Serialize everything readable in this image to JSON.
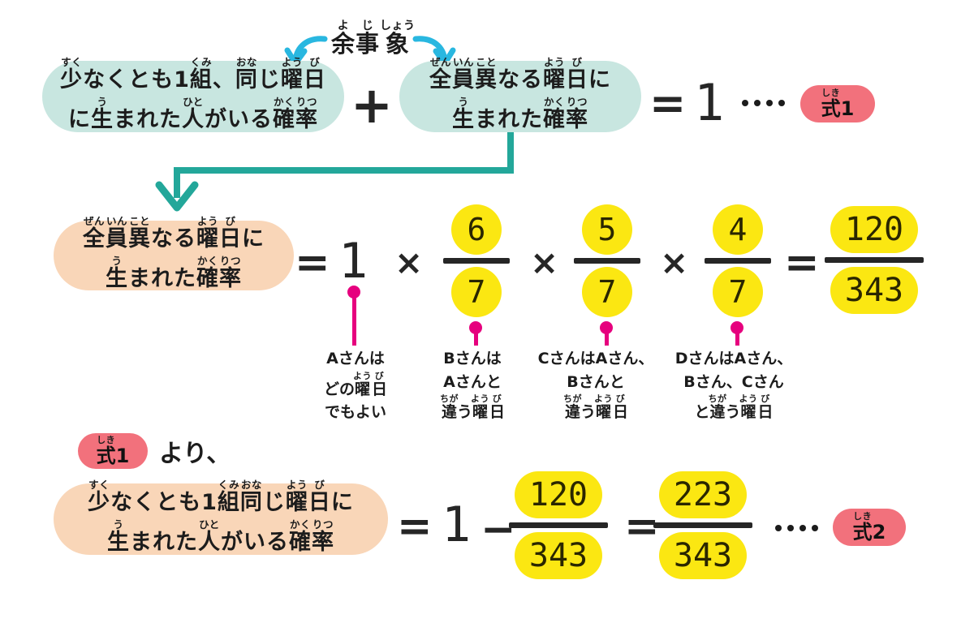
{
  "page": {
    "language": "ja",
    "topic": "余事象 (complementary event) probability worksheet",
    "background": "#ffffff"
  },
  "colors": {
    "mint_box": "#c8e6e0",
    "peach_box": "#f9d6b8",
    "yellow_chip": "#fbe712",
    "pink_badge": "#f2717c",
    "magenta_pin": "#e6007e",
    "teal_arrow": "#23a79a",
    "cyan_arrow": "#29b7e0",
    "ink": "#1c1c1c"
  },
  "title": {
    "text": "余事象",
    "ruby": [
      "よ",
      "じ",
      "しょう"
    ],
    "left_arrow_icon": "curved-arrow-left",
    "right_arrow_icon": "curved-arrow-right"
  },
  "row1": {
    "box_a": {
      "line1_plain": "少なくとも1組、同じ曜日",
      "line2_plain": "に生まれた人がいる確率",
      "line1": [
        {
          "t": "少",
          "r": "すく"
        },
        {
          "t": "なくとも1",
          "r": ""
        },
        {
          "t": "組",
          "r": "くみ"
        },
        {
          "t": "、",
          "r": ""
        },
        {
          "t": "同",
          "r": "おな"
        },
        {
          "t": "じ",
          "r": ""
        },
        {
          "t": "曜",
          "r": "よう"
        },
        {
          "t": "日",
          "r": "び"
        }
      ],
      "line2": [
        {
          "t": "に",
          "r": ""
        },
        {
          "t": "生",
          "r": "う"
        },
        {
          "t": "まれた",
          "r": ""
        },
        {
          "t": "人",
          "r": "ひと"
        },
        {
          "t": "がいる",
          "r": ""
        },
        {
          "t": "確",
          "r": "かく"
        },
        {
          "t": "率",
          "r": "りつ"
        }
      ]
    },
    "plus": "+",
    "box_b": {
      "line1_plain": "全員異なる曜日に",
      "line2_plain": "生まれた確率",
      "line1": [
        {
          "t": "全",
          "r": "ぜん"
        },
        {
          "t": "員",
          "r": "いん"
        },
        {
          "t": "異",
          "r": "こと"
        },
        {
          "t": "なる",
          "r": ""
        },
        {
          "t": "曜",
          "r": "よう"
        },
        {
          "t": "日",
          "r": "び"
        },
        {
          "t": "に",
          "r": ""
        }
      ],
      "line2": [
        {
          "t": "生",
          "r": "う"
        },
        {
          "t": "まれた",
          "r": ""
        },
        {
          "t": "確",
          "r": "かく"
        },
        {
          "t": "率",
          "r": "りつ"
        }
      ]
    },
    "equals": "=",
    "result": "1",
    "dots": "••••",
    "badge": {
      "label": "式1",
      "ruby": "しき",
      "kanji": "式",
      "number": "1"
    }
  },
  "row2": {
    "box_c": {
      "line1_plain": "全員異なる曜日に",
      "line2_plain": "生まれた確率",
      "line1": [
        {
          "t": "全",
          "r": "ぜん"
        },
        {
          "t": "員",
          "r": "いん"
        },
        {
          "t": "異",
          "r": "こと"
        },
        {
          "t": "なる",
          "r": ""
        },
        {
          "t": "曜",
          "r": "よう"
        },
        {
          "t": "日",
          "r": "び"
        },
        {
          "t": "に",
          "r": ""
        }
      ],
      "line2": [
        {
          "t": "生",
          "r": "う"
        },
        {
          "t": "まれた",
          "r": ""
        },
        {
          "t": "確",
          "r": "かく"
        },
        {
          "t": "率",
          "r": "りつ"
        }
      ]
    },
    "equals1": "=",
    "one": "1",
    "times1": "×",
    "frac1": {
      "numerator": "6",
      "denominator": "7"
    },
    "times2": "×",
    "frac2": {
      "numerator": "5",
      "denominator": "7"
    },
    "times3": "×",
    "frac3": {
      "numerator": "4",
      "denominator": "7"
    },
    "equals2": "=",
    "frac_result": {
      "numerator": "120",
      "denominator": "343"
    },
    "annotations": [
      {
        "lines_plain": [
          "Aさんは",
          "どの曜日",
          "でもよい"
        ],
        "line1": [
          {
            "t": "Aさんは",
            "r": ""
          }
        ],
        "line2": [
          {
            "t": "どの",
            "r": ""
          },
          {
            "t": "曜",
            "r": "よう"
          },
          {
            "t": "日",
            "r": "び"
          }
        ],
        "line3": [
          {
            "t": "でもよい",
            "r": ""
          }
        ]
      },
      {
        "lines_plain": [
          "Bさんは",
          "Aさんと",
          "違う曜日"
        ],
        "line1": [
          {
            "t": "Bさんは",
            "r": ""
          }
        ],
        "line2": [
          {
            "t": "Aさんと",
            "r": ""
          }
        ],
        "line3": [
          {
            "t": "違",
            "r": "ちが"
          },
          {
            "t": "う",
            "r": ""
          },
          {
            "t": "曜",
            "r": "よう"
          },
          {
            "t": "日",
            "r": "び"
          }
        ]
      },
      {
        "lines_plain": [
          "Cさんは Aさん、",
          "Bさんと",
          "違う曜日"
        ],
        "line1": [
          {
            "t": "CさんはAさん、",
            "r": ""
          }
        ],
        "line2": [
          {
            "t": "Bさんと",
            "r": ""
          }
        ],
        "line3": [
          {
            "t": "違",
            "r": "ちが"
          },
          {
            "t": "う",
            "r": ""
          },
          {
            "t": "曜",
            "r": "よう"
          },
          {
            "t": "日",
            "r": "び"
          }
        ]
      },
      {
        "lines_plain": [
          "Dさんは Aさん、",
          "Bさん、Cさん",
          "と違う曜日"
        ],
        "line1": [
          {
            "t": "DさんはAさん、",
            "r": ""
          }
        ],
        "line2": [
          {
            "t": "Bさん、Cさん",
            "r": ""
          }
        ],
        "line3": [
          {
            "t": "と",
            "r": ""
          },
          {
            "t": "違",
            "r": "ちが"
          },
          {
            "t": "う",
            "r": ""
          },
          {
            "t": "曜",
            "r": "よう"
          },
          {
            "t": "日",
            "r": "び"
          }
        ]
      }
    ]
  },
  "row3": {
    "badge": {
      "label": "式1",
      "ruby": "しき",
      "kanji": "式",
      "number": "1"
    },
    "yori": "より、"
  },
  "row4": {
    "box_d": {
      "line1_plain": "少なくとも1組同じ曜日に",
      "line2_plain": "生まれた人がいる確率",
      "line1": [
        {
          "t": "少",
          "r": "すく"
        },
        {
          "t": "なくとも1",
          "r": ""
        },
        {
          "t": "組",
          "r": "くみ"
        },
        {
          "t": "同",
          "r": "おな"
        },
        {
          "t": "じ",
          "r": ""
        },
        {
          "t": "曜",
          "r": "よう"
        },
        {
          "t": "日",
          "r": "び"
        },
        {
          "t": "に",
          "r": ""
        }
      ],
      "line2": [
        {
          "t": "生",
          "r": "う"
        },
        {
          "t": "まれた",
          "r": ""
        },
        {
          "t": "人",
          "r": "ひと"
        },
        {
          "t": "がいる",
          "r": ""
        },
        {
          "t": "確",
          "r": "かく"
        },
        {
          "t": "率",
          "r": "りつ"
        }
      ]
    },
    "equals1": "=",
    "one": "1",
    "minus": "−",
    "frac_sub": {
      "numerator": "120",
      "denominator": "343"
    },
    "equals2": "=",
    "frac_result": {
      "numerator": "223",
      "denominator": "343"
    },
    "dots": "••••",
    "badge": {
      "label": "式2",
      "ruby": "しき",
      "kanji": "式",
      "number": "2"
    }
  },
  "chart_data": {
    "type": "table",
    "title": "余事象を用いた確率計算",
    "rows": [
      {
        "label": "全員異なる曜日に生まれた確率",
        "expression": "1 × 6/7 × 5/7 × 4/7",
        "value": "120/343"
      },
      {
        "label": "少なくとも1組同じ曜日に生まれた人がいる確率",
        "expression": "1 − 120/343",
        "value": "223/343"
      }
    ],
    "factors": [
      {
        "person": "A",
        "numerator": 1,
        "denominator": 1,
        "note": "どの曜日でもよい"
      },
      {
        "person": "B",
        "numerator": 6,
        "denominator": 7,
        "note": "Aさんと違う曜日"
      },
      {
        "person": "C",
        "numerator": 5,
        "denominator": 7,
        "note": "Cさんは Aさん、Bさんと違う曜日"
      },
      {
        "person": "D",
        "numerator": 4,
        "denominator": 7,
        "note": "Dさんは Aさん、Bさん、Cさんと違う曜日"
      }
    ]
  }
}
